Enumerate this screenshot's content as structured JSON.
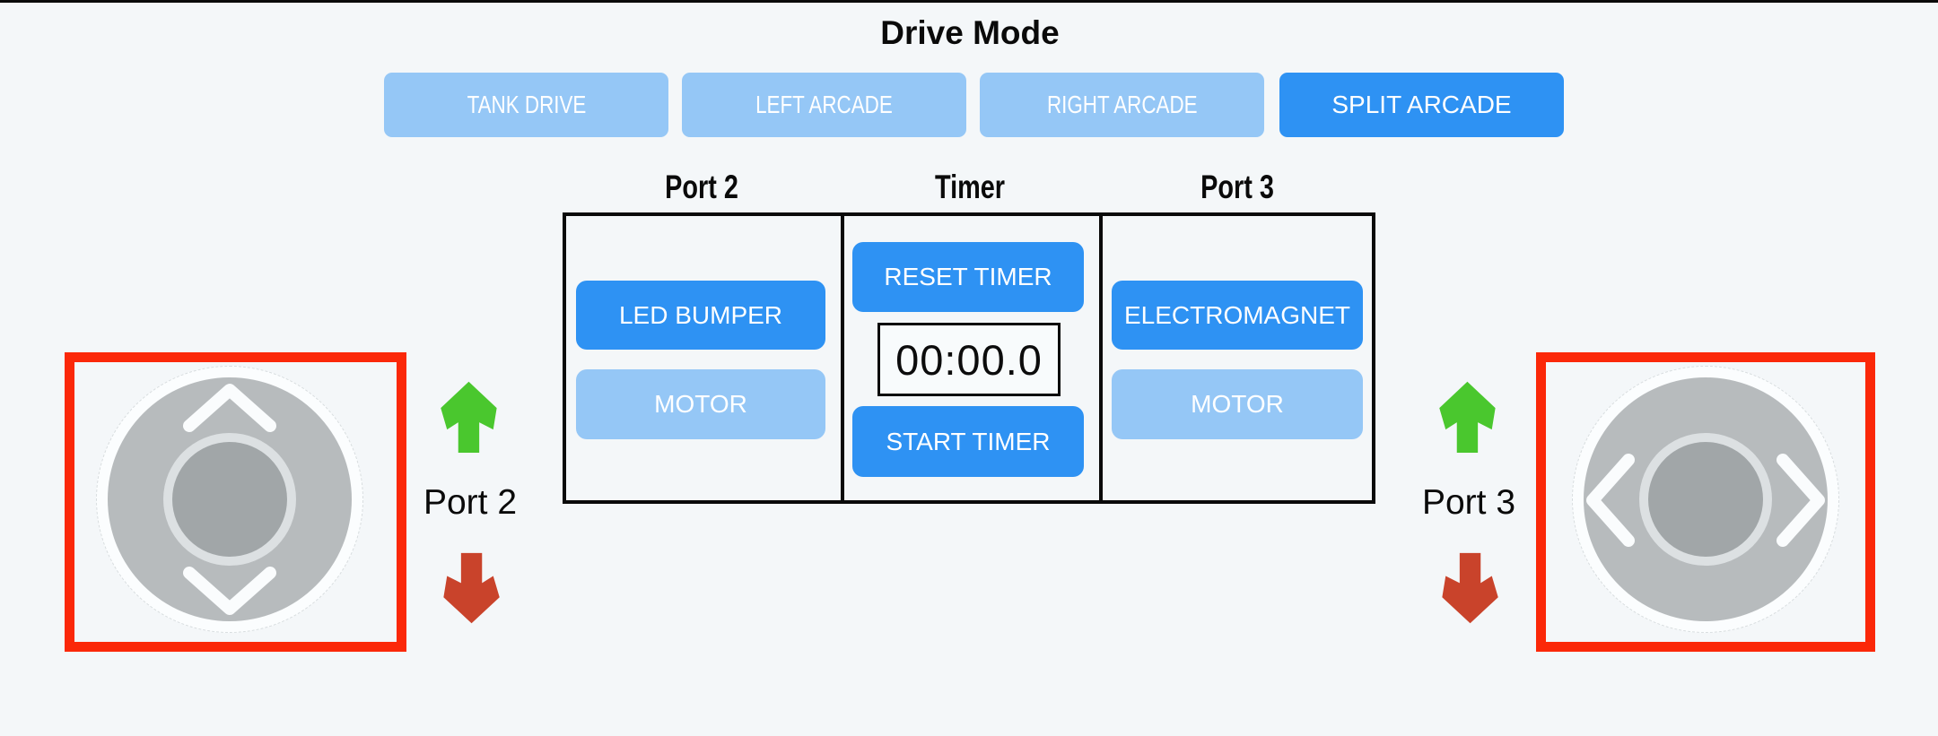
{
  "title": "Drive Mode",
  "drive_mode_buttons": [
    {
      "label": "TANK DRIVE",
      "state": "inactive"
    },
    {
      "label": "LEFT ARCADE",
      "state": "inactive"
    },
    {
      "label": "RIGHT ARCADE",
      "state": "inactive"
    },
    {
      "label": "SPLIT ARCADE",
      "state": "active"
    }
  ],
  "panel": {
    "columns": [
      {
        "header": "Port 2",
        "buttons": [
          {
            "label": "LED BUMPER",
            "state": "active"
          },
          {
            "label": "MOTOR",
            "state": "inactive"
          }
        ]
      },
      {
        "header": "Timer",
        "reset_label": "RESET TIMER",
        "display_value": "00:00.0",
        "start_label": "START TIMER"
      },
      {
        "header": "Port 3",
        "buttons": [
          {
            "label": "ELECTROMAGNET",
            "state": "active"
          },
          {
            "label": "MOTOR",
            "state": "inactive"
          }
        ]
      }
    ]
  },
  "joysticks": {
    "left": {
      "port_label": "Port 2",
      "axis": "vertical"
    },
    "right": {
      "port_label": "Port 3",
      "axis": "horizontal"
    }
  },
  "colors": {
    "background": "#F4F7F9",
    "active_blue": "#2E92F3",
    "inactive_blue": "#95C7F6",
    "highlight_red_box": "#FB2809",
    "up_arrow_green": "#4AC72E",
    "down_arrow_red": "#C9432B",
    "joystick_gray": "#B7BBBD",
    "knob_gray": "#A1A6A8"
  }
}
